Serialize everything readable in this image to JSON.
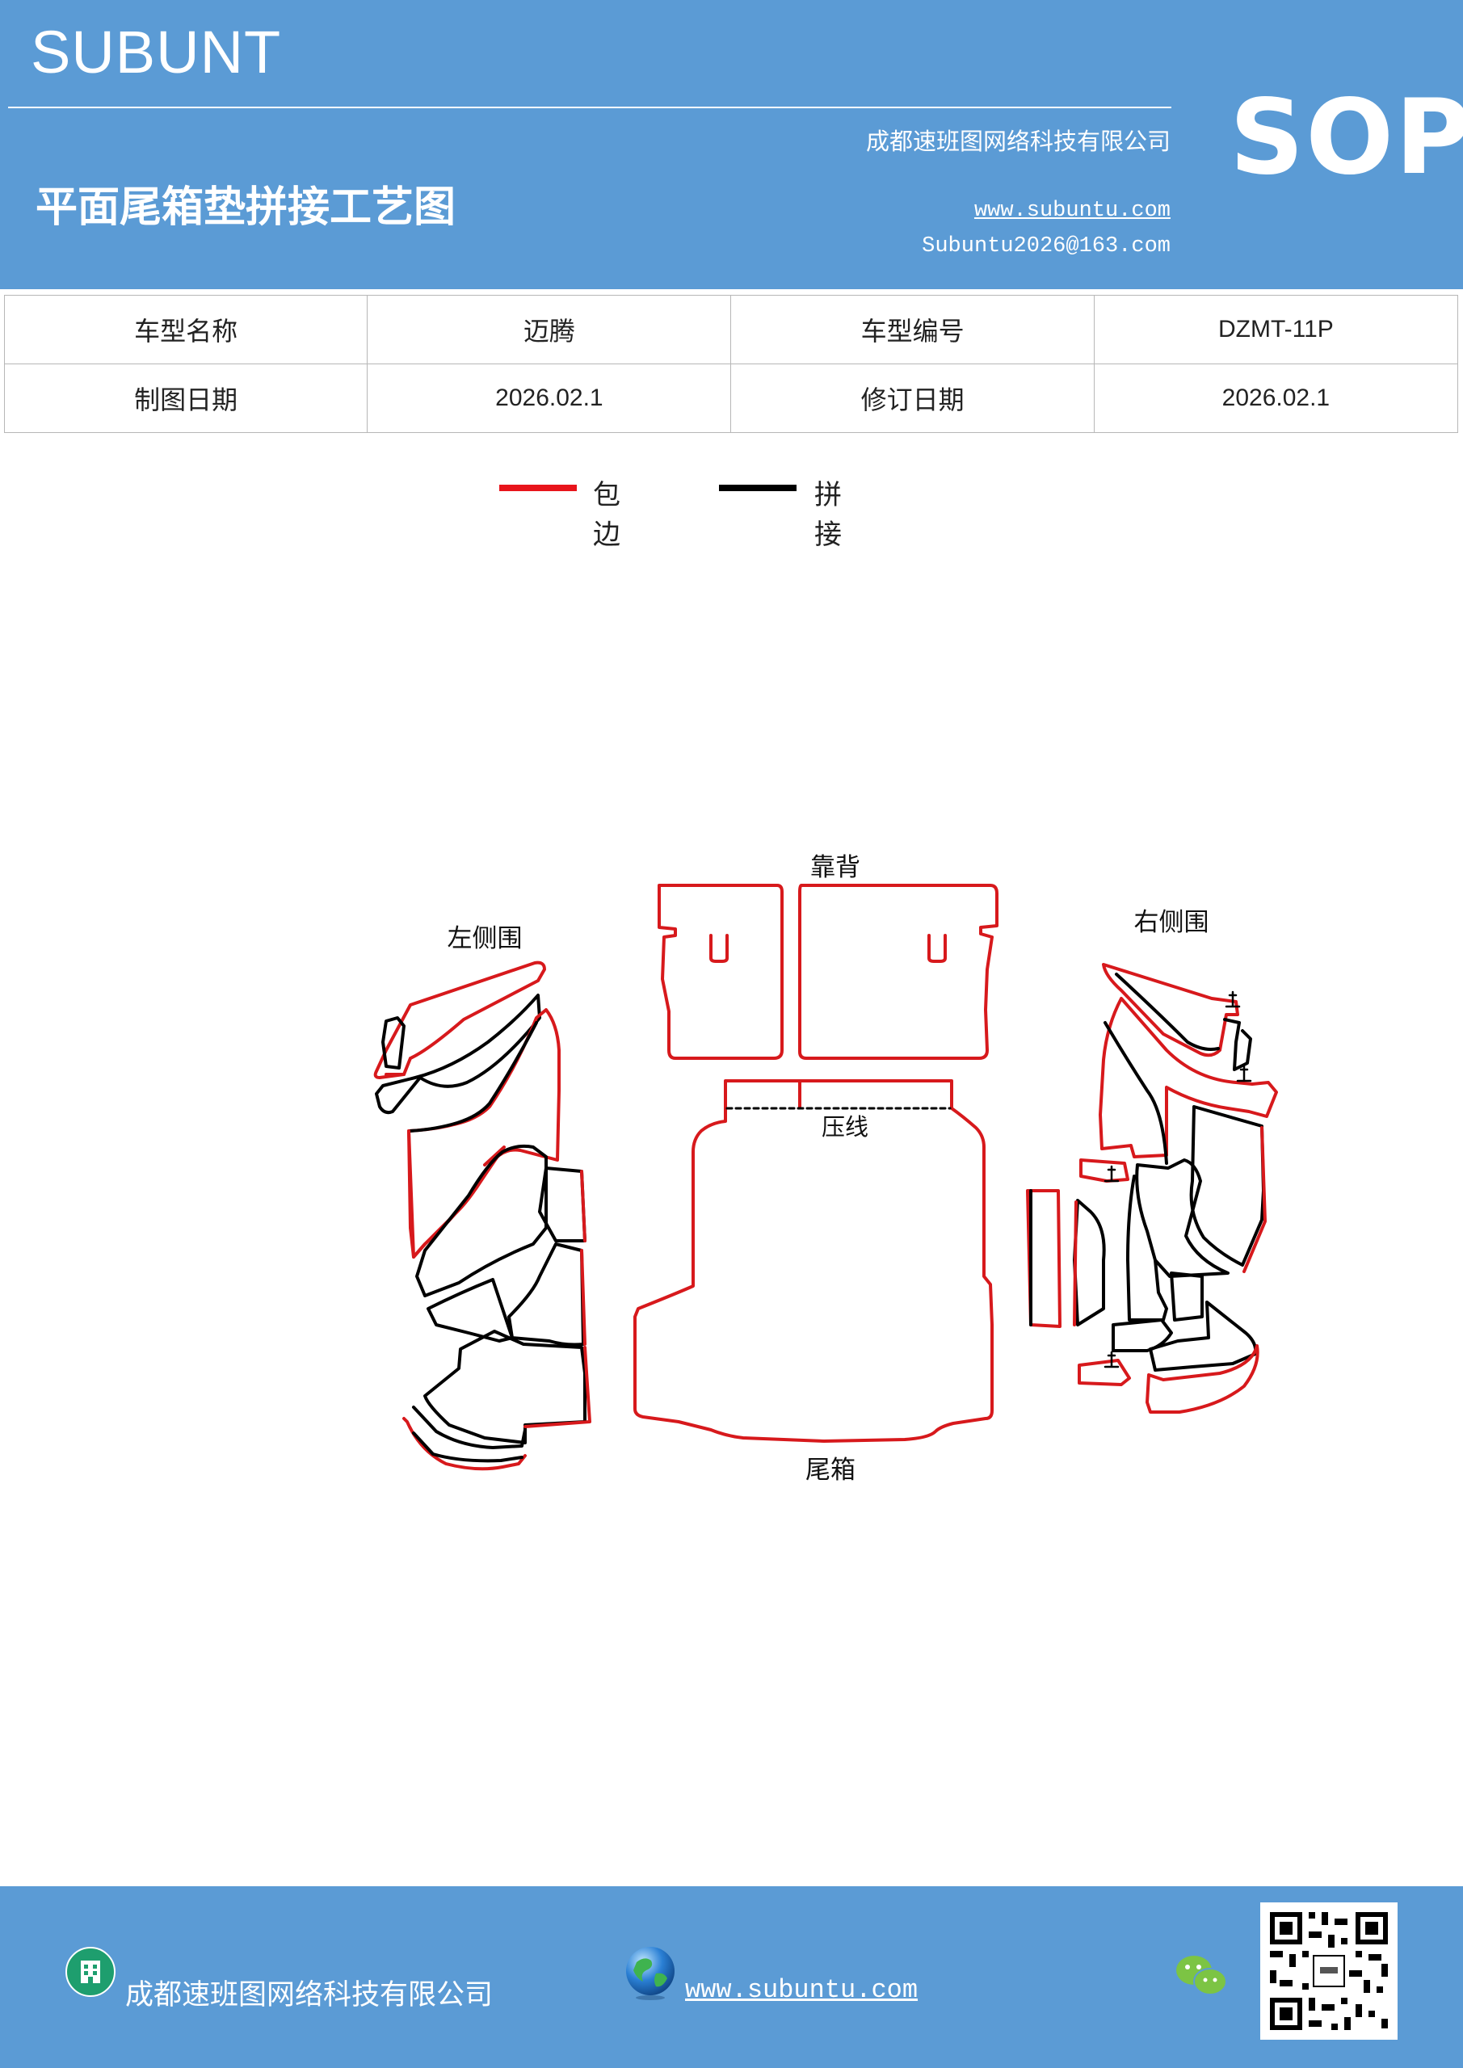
{
  "header": {
    "brand": "SUBUNT",
    "company": "成都速班图网络科技有限公司",
    "title": "平面尾箱垫拼接工艺图",
    "website": "www.subuntu.com",
    "email": "Subuntu2026@163.com",
    "badge": "SOP"
  },
  "info_table": {
    "rows": [
      {
        "label1": "车型名称",
        "value1": "迈腾",
        "label2": "车型编号",
        "value2": "DZMT-11P"
      },
      {
        "label1": "制图日期",
        "value1": "2026.02.1",
        "label2": "修订日期",
        "value2": "2026.02.1"
      }
    ]
  },
  "legend": {
    "items": [
      {
        "label": "包边",
        "color": "#e8141b"
      },
      {
        "label": "拼接",
        "color": "#000000"
      }
    ]
  },
  "diagram": {
    "labels": {
      "backrest": "靠背",
      "left_side": "左侧围",
      "right_side": "右侧围",
      "crease": "压线",
      "trunk": "尾箱"
    },
    "colors": {
      "edge": "#d7191c",
      "seam": "#000000"
    }
  },
  "footer": {
    "company": "成都速班图网络科技有限公司",
    "website": "www.subuntu.com",
    "icons": [
      "building-icon",
      "globe-icon",
      "wechat-icon",
      "qr-code"
    ]
  }
}
